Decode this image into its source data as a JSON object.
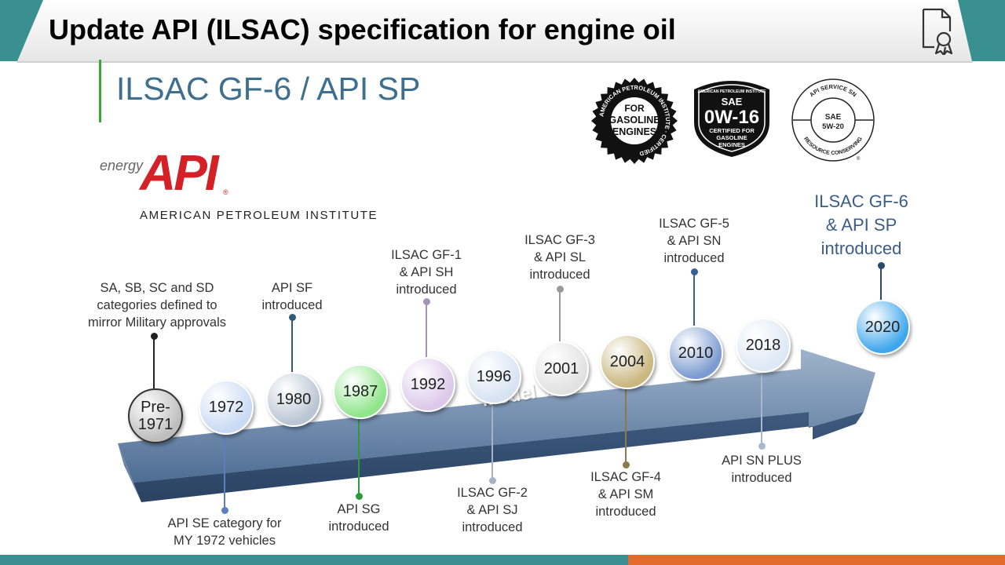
{
  "header": {
    "title": "Update API (ILSAC) specification for engine oil",
    "icon": "certificate-document-icon"
  },
  "slide": {
    "title": "ILSAC GF-6 / API SP",
    "api_logo": {
      "energy": "energy",
      "mark": "API",
      "name": "AMERICAN PETROLEUM INSTITUTE"
    },
    "seals": {
      "starburst": {
        "ring_text": "AMERICAN PETROLEUM INSTITUTE · CERTIFIED",
        "center": [
          "FOR",
          "GASOLINE",
          "ENGINES"
        ]
      },
      "shield": {
        "top": "AMERICAN PETROLEUM INSTITUTE",
        "sae": "SAE",
        "grade": "0W-16",
        "lines": [
          "CERTIFIED FOR",
          "GASOLINE",
          "ENGINES"
        ]
      },
      "donut": {
        "top": "API SERVICE SN",
        "sae": "SAE",
        "grade": "5W-20",
        "bottom": "RESOURCE CONSERVING"
      }
    },
    "arrow_label": "Model Year"
  },
  "timeline": [
    {
      "year": "Pre-\n1971",
      "label": "SA, SB, SC and SD\ncategories defined to\nmirror Military approvals",
      "position": "above",
      "color": "#222222"
    },
    {
      "year": "1972",
      "label": "API SE category for\nMY 1972 vehicles",
      "position": "below",
      "color": "#5b7fc0"
    },
    {
      "year": "1980",
      "label": "API SF\nintroduced",
      "position": "above",
      "color": "#2f5a7a"
    },
    {
      "year": "1987",
      "label": "API SG\nintroduced",
      "position": "below",
      "color": "#2f9a3a"
    },
    {
      "year": "1992",
      "label": "ILSAC GF-1\n& API SH\nintroduced",
      "position": "above",
      "color": "#a893b8"
    },
    {
      "year": "1996",
      "label": "ILSAC GF-2\n& API SJ\nintroduced",
      "position": "below",
      "color": "#a7b3c4"
    },
    {
      "year": "2001",
      "label": "ILSAC GF-3\n& API SL\nintroduced",
      "position": "above",
      "color": "#9a9a9a"
    },
    {
      "year": "2004",
      "label": "ILSAC GF-4\n& API SM\nintroduced",
      "position": "below",
      "color": "#8c7a4a"
    },
    {
      "year": "2010",
      "label": "ILSAC GF-5\n& API SN\nintroduced",
      "position": "above",
      "color": "#3a5f98"
    },
    {
      "year": "2018",
      "label": "API SN PLUS\nintroduced",
      "position": "below",
      "color": "#a9b9cc"
    },
    {
      "year": "2020",
      "label": "ILSAC GF-6\n& API SP\nintroduced",
      "position": "above",
      "color": "#2a4a6a"
    }
  ],
  "colors": {
    "teal": "#3a8f91",
    "orange": "#e36c2d",
    "api_red": "#d42027",
    "slide_title": "#3f6f8f"
  }
}
